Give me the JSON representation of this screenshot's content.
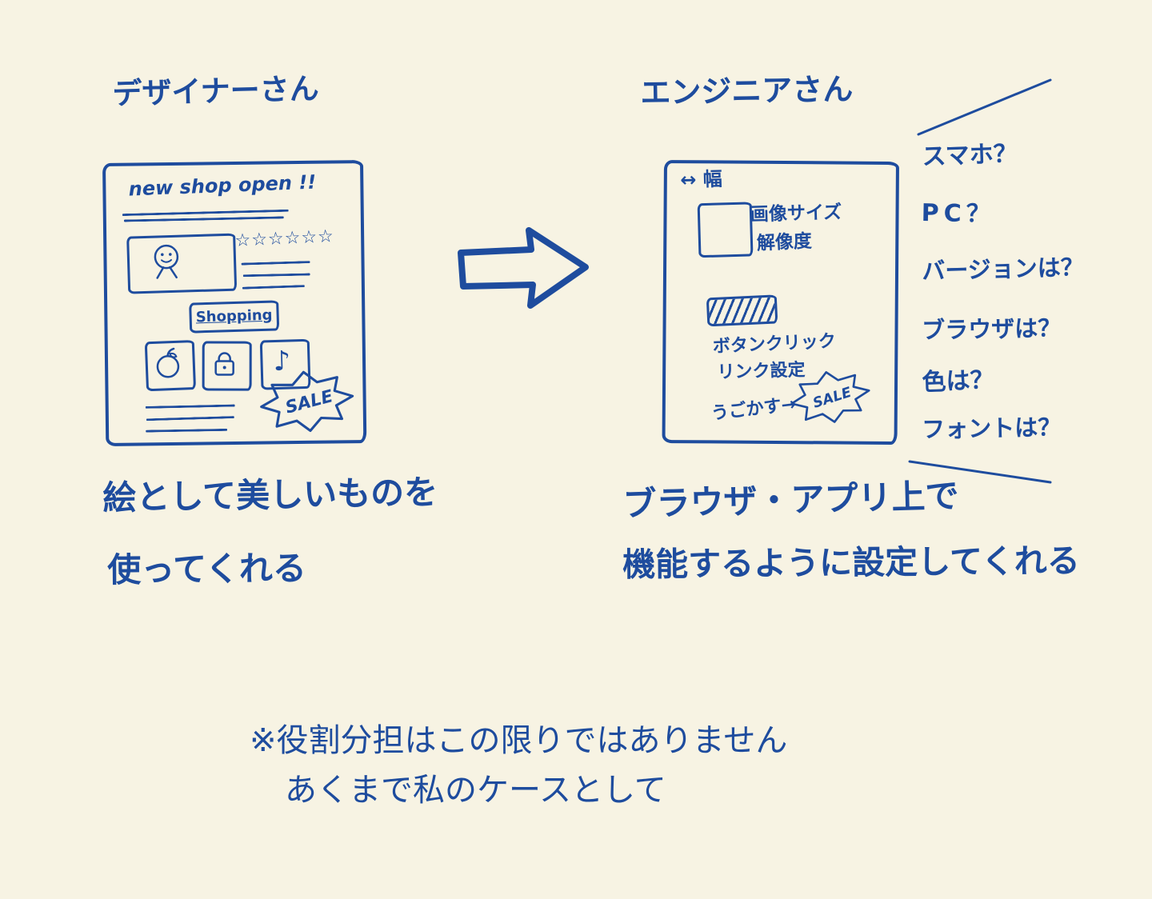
{
  "colors": {
    "ink": "#1e4c9e",
    "background": "#f7f3e3"
  },
  "designer": {
    "title": "デザイナーさん",
    "sketch": {
      "headline": "new shop open !!",
      "stars": "☆☆☆☆☆☆",
      "shopping_label": "Shopping",
      "sale_label": "SALE",
      "icons": {
        "apple": "apple-icon",
        "padlock": "padlock-icon",
        "music_note": "music-note-icon"
      },
      "music_note_glyph": "♪"
    },
    "caption_line1": "絵として美しいものを",
    "caption_line2": "使ってくれる"
  },
  "arrow": {
    "name": "flow-arrow"
  },
  "engineer": {
    "title": "エンジニアさん",
    "sketch": {
      "width_label": "↔ 幅",
      "image_size_label": "画像サイズ",
      "resolution_label": "解像度",
      "button_click_label": "ボタンクリック",
      "link_label": "リンク設定",
      "move_label": "うごかす→",
      "sale_label": "SALE"
    },
    "questions": [
      "スマホ？",
      "PC？",
      "バージョンは？",
      "ブラウザは？",
      "色は？",
      "フォントは？"
    ],
    "caption_line1": "ブラウザ・アプリ上で",
    "caption_line2": "機能するように設定してくれる"
  },
  "footnote": {
    "line1": "※役割分担はこの限りではありません",
    "line2": "あくまで私のケースとして"
  }
}
